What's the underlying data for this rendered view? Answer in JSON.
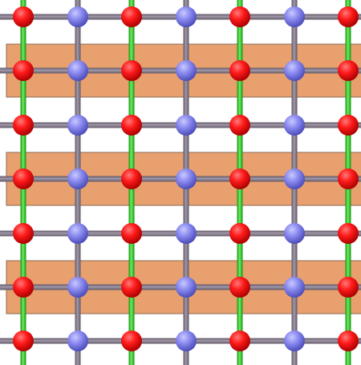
{
  "figure": {
    "background": "#ffffff",
    "columns": 7,
    "rows": 7,
    "highlighted_rows": [
      1,
      3,
      5
    ],
    "colors": {
      "band_fill": "#e8a06f",
      "band_stroke": "#8a6a55",
      "bond": "#857b8c",
      "bond_shade": "#5f5566",
      "green_bond": "#22cc18",
      "red_atom": "#ff1a1a",
      "red_atom_shade": "#a80000",
      "blue_atom": "#8a8af0",
      "blue_atom_shade": "#4a4ab8"
    },
    "atom_pattern": [
      "red",
      "blue",
      "red",
      "blue",
      "red",
      "blue",
      "red"
    ],
    "green_bond_columns": [
      0,
      2,
      4,
      6
    ]
  }
}
